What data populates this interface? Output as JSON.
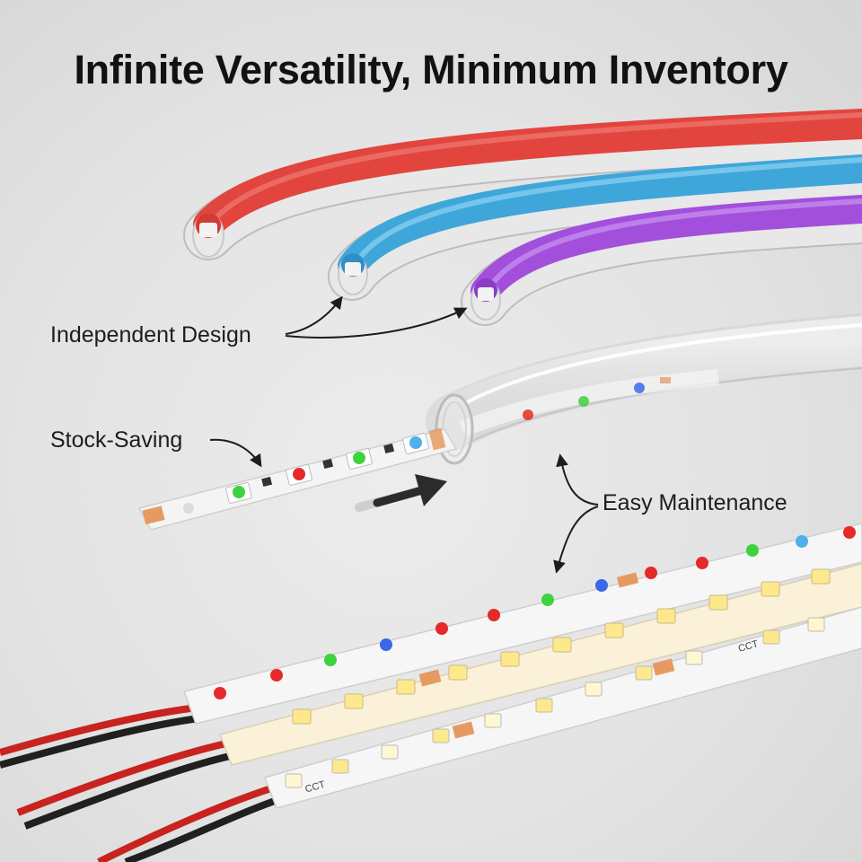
{
  "title": "Infinite Versatility, Minimum Inventory",
  "labels": {
    "independent_design": "Independent Design",
    "stock_saving": "Stock-Saving",
    "easy_maintenance": "Easy Maintenance"
  },
  "strip_marking": "CCT",
  "tube_colors": {
    "red": "#e4463f",
    "blue": "#3fa6da",
    "purple": "#a24fdc",
    "clear": "#ffffff"
  },
  "led_colors": {
    "red": "#e52a2a",
    "green": "#3fd23f",
    "blue": "#3b68ea",
    "warm_white": "#fde98c",
    "cool_white": "#fff7d2"
  },
  "wire_colors": {
    "red": "#c8231f",
    "black": "#202020"
  },
  "icons": [
    "arrow-icon",
    "push-arrow-icon"
  ]
}
